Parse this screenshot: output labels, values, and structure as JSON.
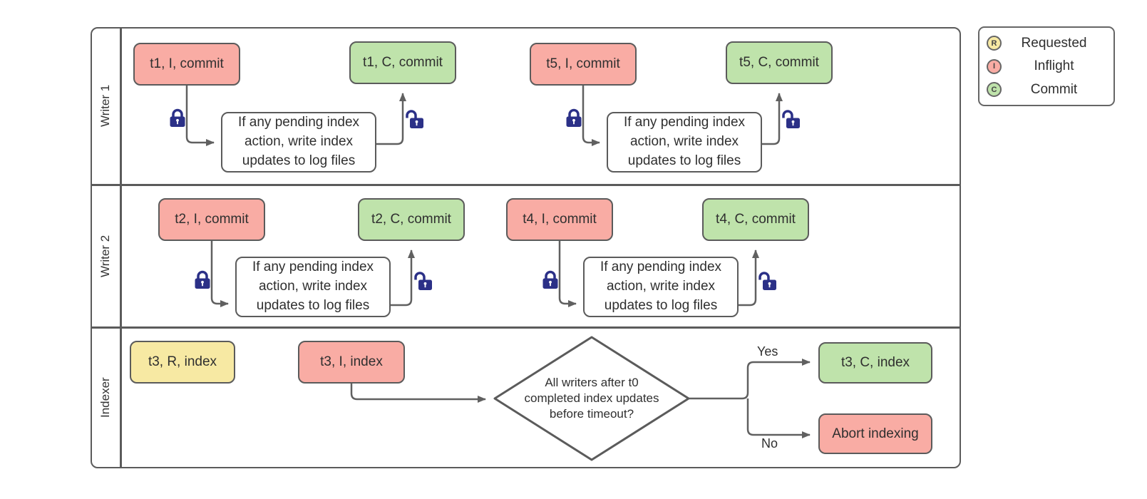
{
  "diagram": {
    "pool": {
      "lanes": [
        {
          "label": "Writer 1"
        },
        {
          "label": "Writer 2"
        },
        {
          "label": "Indexer"
        }
      ]
    },
    "process_text": "If any pending index action, write index updates to log files",
    "decision_text": "All writers after t0 completed index updates before timeout?",
    "branch": {
      "yes": "Yes",
      "no": "No"
    },
    "nodes": {
      "t1_inflight": "t1, I, commit",
      "t1_commit": "t1, C, commit",
      "t5_inflight": "t5, I, commit",
      "t5_commit": "t5, C, commit",
      "t2_inflight": "t2, I, commit",
      "t2_commit": "t2, C, commit",
      "t4_inflight": "t4, I, commit",
      "t4_commit": "t4, C, commit",
      "t3_requested": "t3, R, index",
      "t3_inflight": "t3, I, index",
      "t3_commit": "t3, C, index",
      "abort": "Abort indexing"
    },
    "legend": {
      "items": [
        {
          "letter": "R",
          "label": "Requested"
        },
        {
          "letter": "I",
          "label": "Inflight"
        },
        {
          "letter": "C",
          "label": "Commit"
        }
      ]
    },
    "colors": {
      "requested_fill": "#f7e9a3",
      "inflight_fill": "#f9aca4",
      "commit_fill": "#bfe3ab",
      "lock": "#2b3087",
      "line": "#606060",
      "border": "#5b5b5b"
    }
  }
}
